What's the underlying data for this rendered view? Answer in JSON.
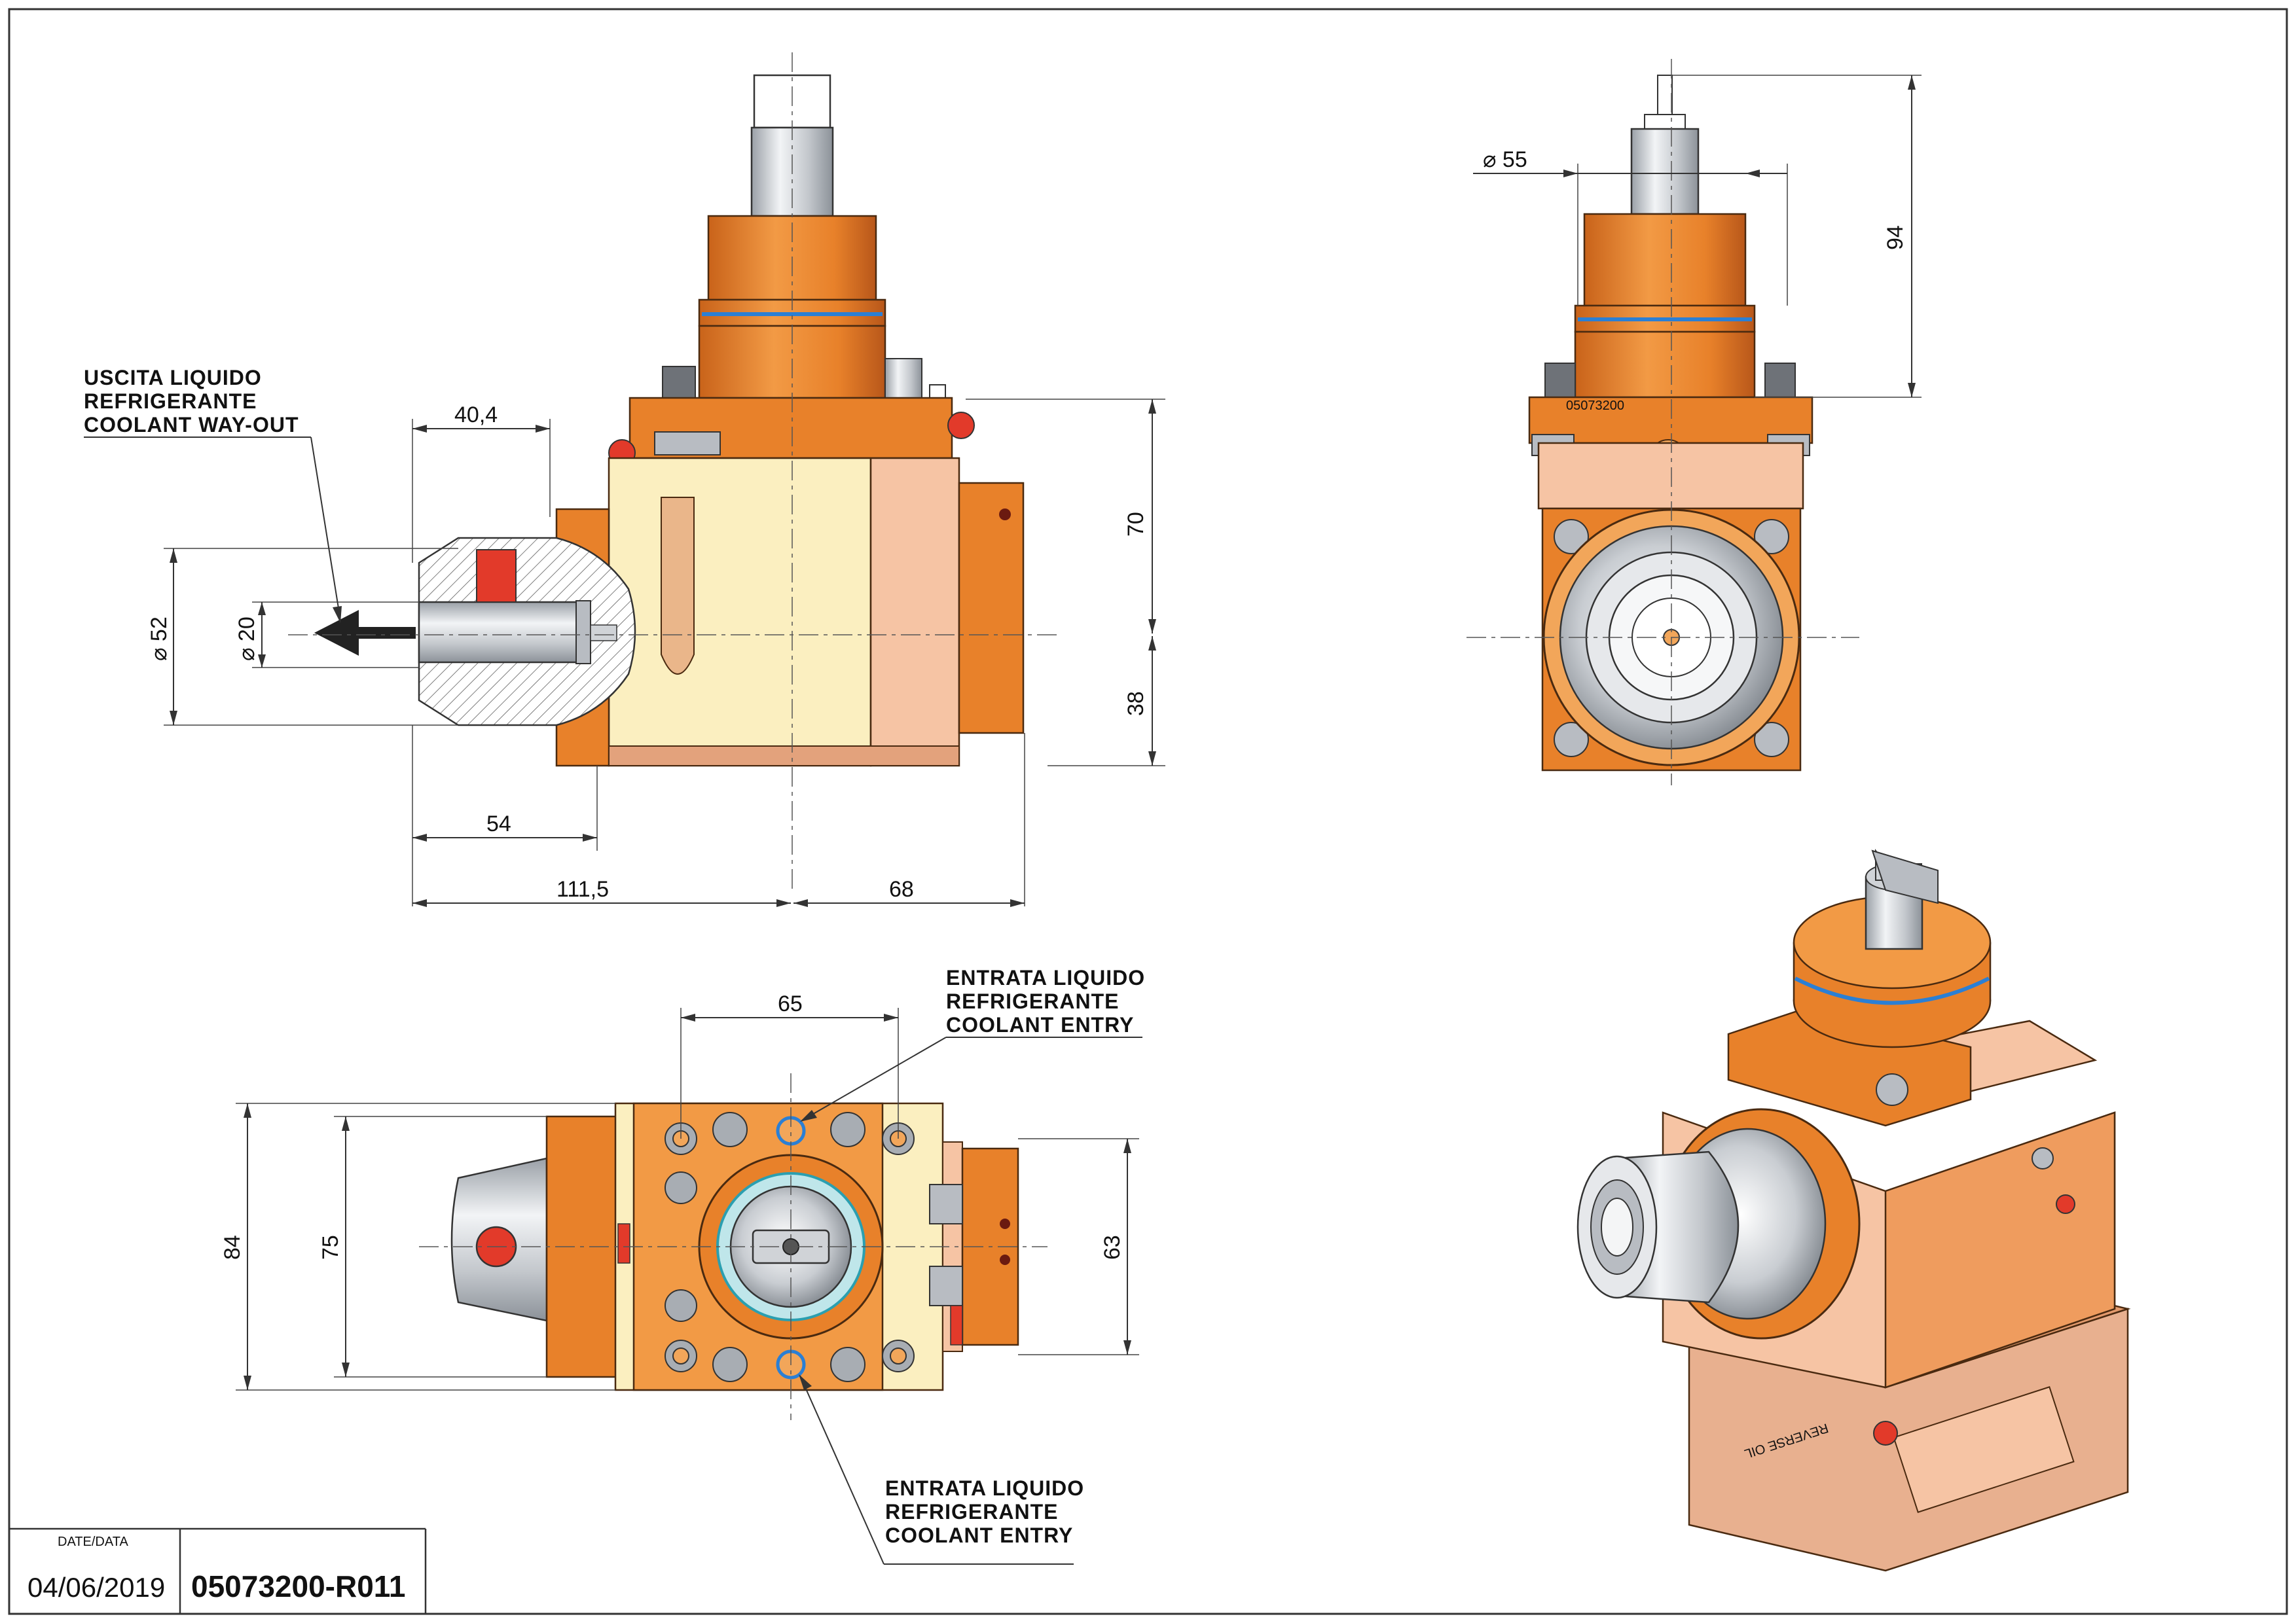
{
  "drawing": {
    "callouts": {
      "coolant_out": [
        "USCITA LIQUIDO",
        "REFRIGERANTE",
        "COOLANT WAY-OUT"
      ],
      "coolant_entry_top": [
        "ENTRATA LIQUIDO",
        "REFRIGERANTE",
        "COOLANT ENTRY"
      ],
      "coolant_entry_bottom": [
        "ENTRATA LIQUIDO",
        "REFRIGERANTE",
        "COOLANT ENTRY"
      ]
    },
    "dimensions": {
      "d40_4": "40,4",
      "d52": "⌀ 52",
      "d20": "⌀ 20",
      "d70": "70",
      "d38": "38",
      "d54": "54",
      "d111_5": "111,5",
      "d68": "68",
      "d55": "⌀ 55",
      "d94": "94",
      "d65": "65",
      "d84": "84",
      "d75": "75",
      "d63": "63"
    },
    "part_markings": {
      "top_face_code": "05073200",
      "iso_face_text": "REVERSE OIL"
    }
  },
  "title_block": {
    "date_label": "DATE/DATA",
    "date": "04/06/2019",
    "code": "05073200-R011"
  },
  "colors": {
    "orange": "#e8812a",
    "light_orange": "#f2a65a",
    "cream": "#fbefc0",
    "salmon": "#f6c4a4",
    "steel": "#b8bcc2",
    "seal_blue": "#2b7fd4",
    "red": "#e23a2a"
  }
}
